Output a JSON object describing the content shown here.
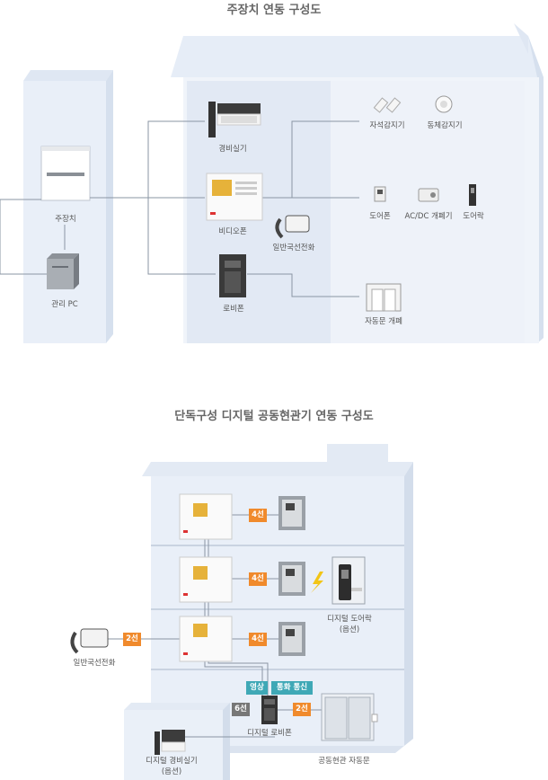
{
  "section1": {
    "title": "주장치 연동 구성도",
    "labels": {
      "main_unit": "주장치",
      "admin_pc": "관리 PC",
      "security_room": "경비실기",
      "video_phone": "비디오폰",
      "general_phone": "일반국선전화",
      "lobby_phone": "로비폰",
      "magnetic_sensor": "자석감지기",
      "motion_sensor": "동체감지기",
      "door_phone": "도어폰",
      "acdc_opener": "AC/DC 개폐기",
      "door_lock": "도어락",
      "auto_door": "자동문 개폐"
    }
  },
  "section2": {
    "title": "단독구성 디지털 공동현관기 연동 구성도",
    "badges": {
      "floor1": "4선",
      "floor2": "4선",
      "floor3": "4선",
      "phone": "2선",
      "video": "영상",
      "call": "통화 통신",
      "six_wire": "6선",
      "door_two": "2선"
    },
    "labels": {
      "general_phone": "일반국선전화",
      "digital_doorlock": "디지털 도어락",
      "digital_doorlock_opt": "(옵션)",
      "digital_lobby": "디지털 로비폰",
      "digital_security": "디지털 경비실기",
      "digital_security_opt": "(옵션)",
      "auto_door": "공동현관 자동문"
    }
  },
  "colors": {
    "building": "#e9eff8",
    "building_dark": "#d7e1ef",
    "line": "#8a95a3",
    "orange": "#f08a2c",
    "teal": "#3fa8b6"
  }
}
